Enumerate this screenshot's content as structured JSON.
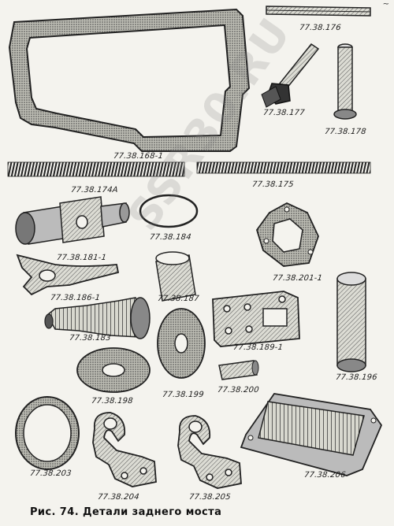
{
  "corner_mark": "~",
  "watermark_text": "SSR30.RU",
  "caption": "Рис. 74. Детали заднего моста",
  "parts": [
    {
      "id": "p176",
      "label": "77.38.176"
    },
    {
      "id": "p177",
      "label": "77.38.177"
    },
    {
      "id": "p178",
      "label": "77.38.178"
    },
    {
      "id": "p168",
      "label": "77.38.168-1"
    },
    {
      "id": "p174a",
      "label": "77.38.174А"
    },
    {
      "id": "p175",
      "label": "77.38.175"
    },
    {
      "id": "p184",
      "label": "77.38.184"
    },
    {
      "id": "p201",
      "label": "77.38.201-1"
    },
    {
      "id": "p181",
      "label": "77.38.181-1"
    },
    {
      "id": "p186",
      "label": "77.38.186-1"
    },
    {
      "id": "p187",
      "label": "77.38.187"
    },
    {
      "id": "p183",
      "label": "77.38.183"
    },
    {
      "id": "p189",
      "label": "77.38.189-1"
    },
    {
      "id": "p196",
      "label": "77.38.196"
    },
    {
      "id": "p199",
      "label": "77.38.199"
    },
    {
      "id": "p200",
      "label": "77.38.200"
    },
    {
      "id": "p198",
      "label": "77.38.198"
    },
    {
      "id": "p203",
      "label": "77.38.203"
    },
    {
      "id": "p204",
      "label": "77.38.204"
    },
    {
      "id": "p205",
      "label": "77.38.205"
    },
    {
      "id": "p206",
      "label": "77.38.206"
    }
  ]
}
